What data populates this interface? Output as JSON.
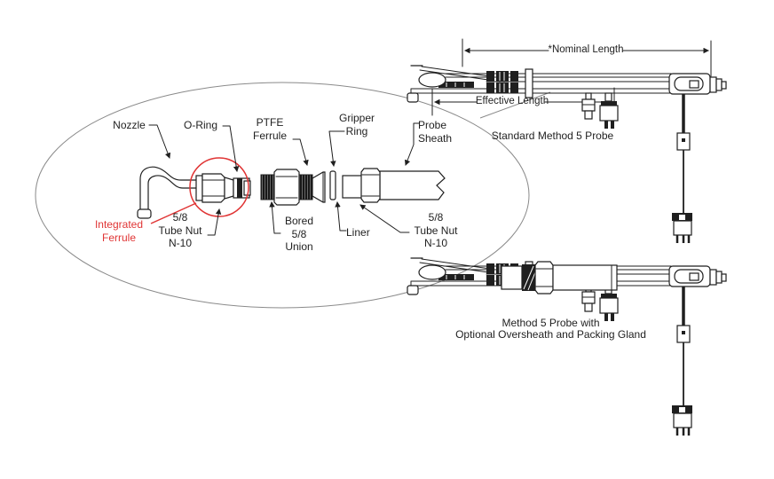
{
  "diagram": {
    "type": "technical-illustration",
    "detail_labels": {
      "nozzle": "Nozzle",
      "o_ring": "O-Ring",
      "ptfe_ferrule": "PTFE\nFerrule",
      "gripper_ring": "Gripper\nRing",
      "probe_sheath": "Probe\nSheath",
      "integrated_ferrule": "Integrated\nFerrule",
      "tube_nut_left": "5/8\nTube Nut\nN-10",
      "bored_union": "Bored\n5/8\nUnion",
      "liner": "Liner",
      "tube_nut_right": "5/8\nTube Nut\nN-10"
    },
    "dimension_labels": {
      "nominal": "*Nominal Length",
      "effective": "Effective Length"
    },
    "captions": {
      "standard_probe": "Standard Method 5 Probe",
      "oversheath_probe": "Method 5 Probe with\nOptional Oversheath and Packing Gland"
    },
    "colors": {
      "line": "#1f1f1f",
      "highlight_red": "#e03434",
      "callout_gray": "#8a8a8a",
      "background": "#ffffff"
    }
  }
}
